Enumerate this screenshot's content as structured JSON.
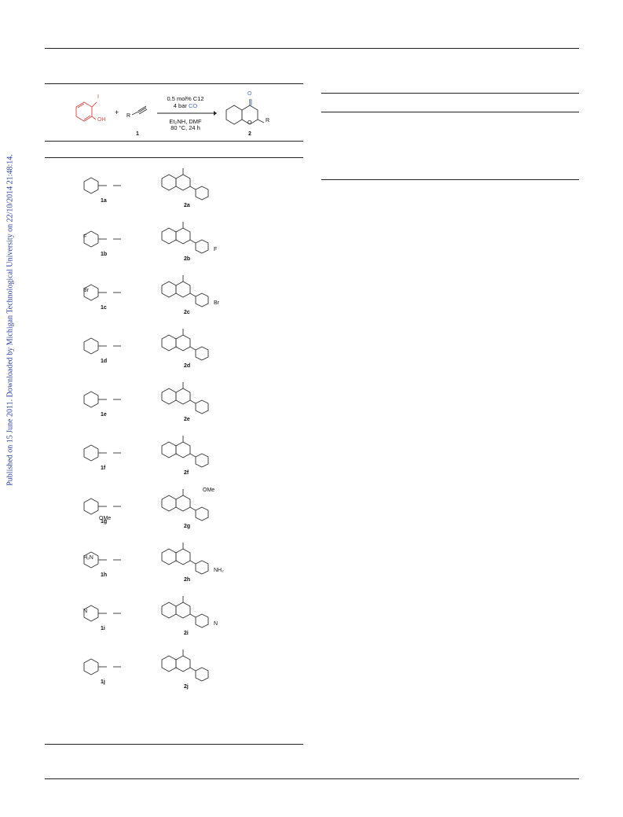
{
  "side_note": "Published on 15 June 2011. Downloaded by Michigan Technological University on 22/10/2014 21:48:14.",
  "scheme": {
    "conditions_line1": "0.5 mol% C12",
    "conditions_line2_prefix": "4 bar",
    "conditions_line2_gas": "CO",
    "conditions_line3": "Et₂NH, DMF",
    "conditions_line4": "80 °C, 24 h",
    "reactant_atom_I": "I",
    "reactant_atom_OH": "OH",
    "plus_sign": "+",
    "alkyne_R": "R",
    "product_O_carbonyl": "O",
    "product_O_ring": "O",
    "product_R": "R",
    "label_reactant": "1",
    "label_product": "2"
  },
  "rows": [
    {
      "reactant": "1a",
      "product": "2a"
    },
    {
      "reactant": "1b",
      "product": "2b",
      "reactant_sub": "F",
      "product_sub": "F"
    },
    {
      "reactant": "1c",
      "product": "2c",
      "reactant_sub": "Br",
      "product_sub": "Br"
    },
    {
      "reactant": "1d",
      "product": "2d"
    },
    {
      "reactant": "1e",
      "product": "2e"
    },
    {
      "reactant": "1f",
      "product": "2f"
    },
    {
      "reactant": "1g",
      "product": "2g",
      "reactant_sub": "OMe",
      "product_sub": "OMe"
    },
    {
      "reactant": "1h",
      "product": "2h",
      "reactant_sub": "H₂N",
      "product_sub": "NH₂"
    },
    {
      "reactant": "1i",
      "product": "2i",
      "reactant_sub": "N",
      "product_sub": "N"
    },
    {
      "reactant": "1j",
      "product": "2j"
    }
  ],
  "colors": {
    "link_blue": "#2a3fa0",
    "reactant_highlight": "#d9534f",
    "co_highlight": "#4a6fc8"
  }
}
